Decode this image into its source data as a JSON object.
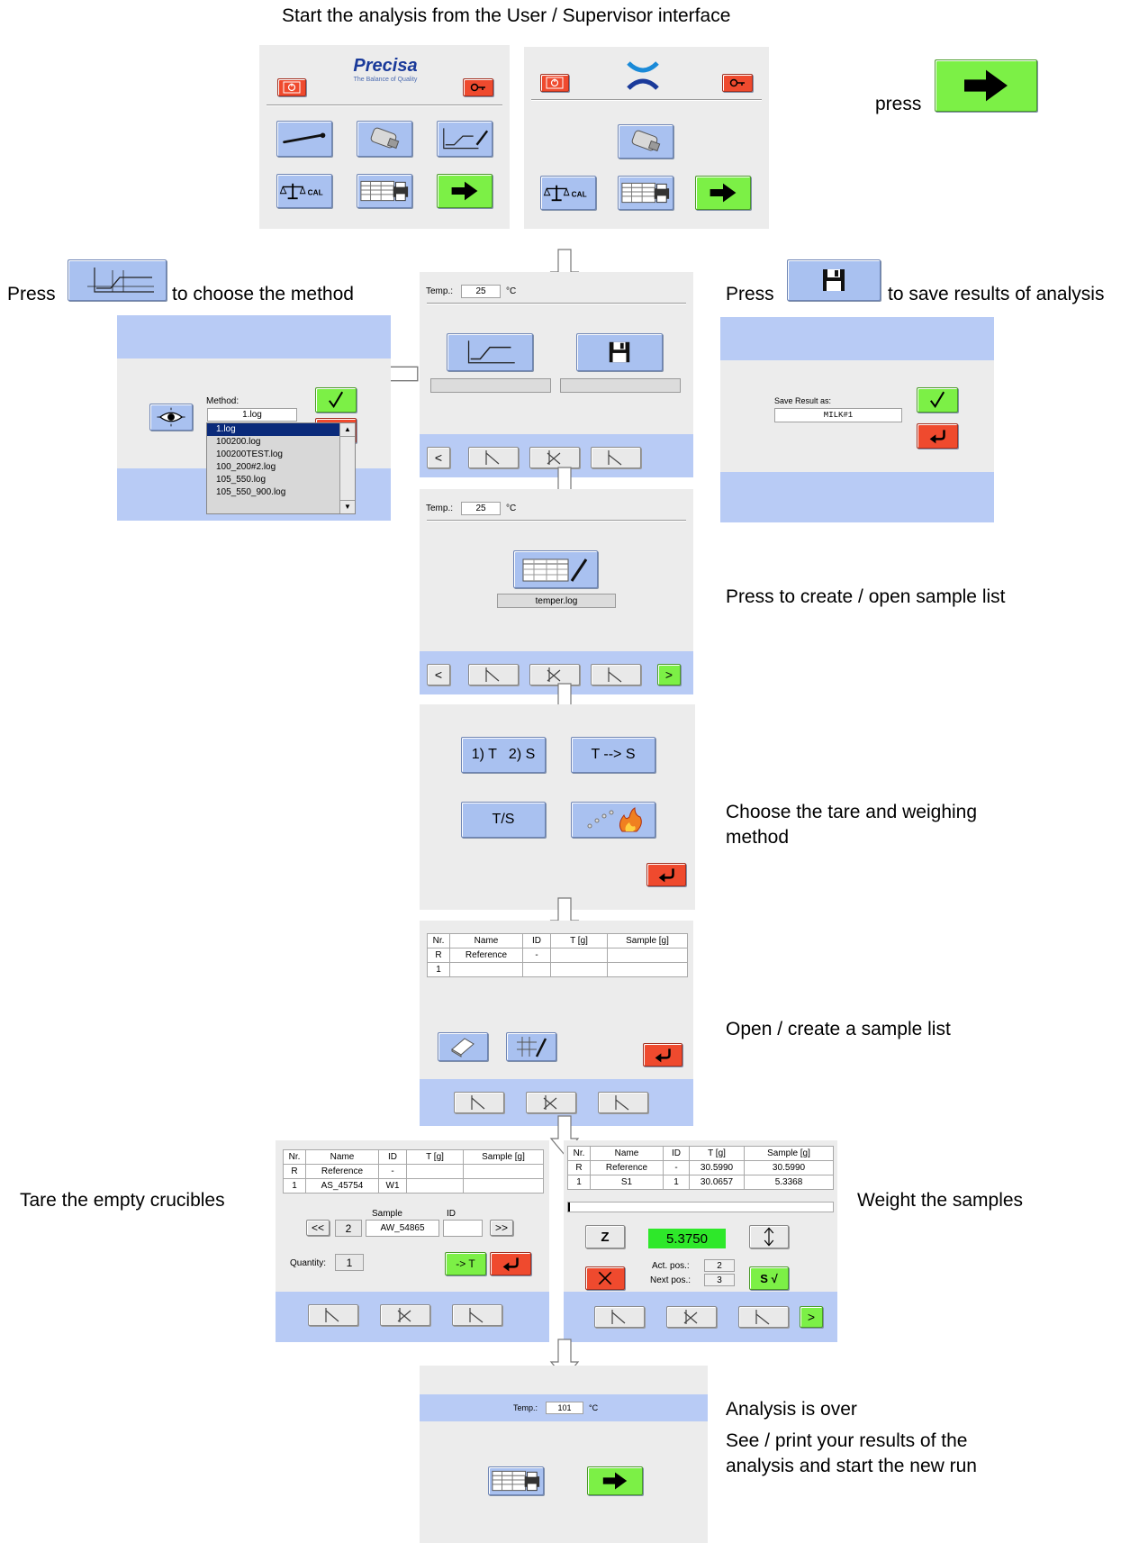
{
  "header": "Start the analysis from the User / Supervisor interface",
  "brand": {
    "name": "Precisa",
    "tagline": "The Balance of Quality"
  },
  "captions": {
    "press": "press",
    "press1": "Press",
    "choose_method": "to choose the method",
    "press2": "Press",
    "save_results": "to save results of analysis",
    "sample_list": "Press to create / open sample list",
    "tare_method_1": "Choose the tare and weighing",
    "tare_method_2": "method",
    "open_list": "Open / create a sample list",
    "tare_crucibles": "Tare the empty crucibles",
    "weigh": "Weight the samples",
    "over": "Analysis is over",
    "print_1": "See / print your results of the",
    "print_2": "analysis and start the new run"
  },
  "temp_screens": {
    "label": "Temp.:",
    "value": "25",
    "unit": "°C"
  },
  "final_screen": {
    "label": "Temp.:",
    "value": "101",
    "unit": "°C"
  },
  "method_dialog": {
    "label": "Method:",
    "selected": "1.log",
    "options": [
      "1.log",
      "100200.log",
      "100200TEST.log",
      "100_200#2.log",
      "105_550.log",
      "105_550_900.log"
    ]
  },
  "save_dialog": {
    "label": "Save Result as:",
    "value": "MILK#1"
  },
  "sample_screen": {
    "file": "temper.log"
  },
  "nav": {
    "back": "<",
    "next": ">"
  },
  "tare_buttons": {
    "t1": "1) T   2) S",
    "t2": "T --> S",
    "t3": "T/S"
  },
  "sample_table": {
    "headers": [
      "Nr.",
      "Name",
      "ID",
      "T [g]",
      "Sample [g]"
    ],
    "rows": [
      [
        "R",
        "Reference",
        "-",
        "",
        ""
      ],
      [
        "1",
        "",
        "",
        "",
        ""
      ]
    ]
  },
  "tare_table": {
    "headers": [
      "Nr.",
      "Name",
      "ID",
      "T [g]",
      "Sample [g]"
    ],
    "rows": [
      [
        "R",
        "Reference",
        "-",
        "",
        ""
      ],
      [
        "1",
        "AS_45754",
        "W1",
        "",
        ""
      ]
    ]
  },
  "tare_controls": {
    "sample_label": "Sample",
    "id_label": "ID",
    "prev": "<<",
    "index": "2",
    "sample_value": "AW_54865",
    "id_value": "",
    "next": ">>",
    "quantity_label": "Quantity:",
    "quantity_value": "1",
    "to_t": "-> T"
  },
  "weigh_table": {
    "headers": [
      "Nr.",
      "Name",
      "ID",
      "T [g]",
      "Sample [g]"
    ],
    "rows": [
      [
        "R",
        "Reference",
        "-",
        "30.5990",
        "30.5990"
      ],
      [
        "1",
        "S1",
        "1",
        "30.0657",
        "5.3368"
      ]
    ]
  },
  "weigh_controls": {
    "zero": "Z",
    "reading": "5.3750",
    "act_label": "Act. pos.:",
    "act_value": "2",
    "next_label": "Next pos.:",
    "next_value": "3",
    "s_ok": "S √",
    "next": ">"
  },
  "colors": {
    "panel": "#ececec",
    "blue": "#b8cbf5",
    "button": "#a9c1f0",
    "green": "#7cf046",
    "red": "#ef4a2e"
  },
  "icons": [
    "power-icon",
    "key-icon",
    "wrench-icon",
    "usb-stick-icon",
    "method-graph-icon",
    "balance-cal-icon",
    "print-list-icon",
    "arrow-right-icon",
    "floppy-disk-icon",
    "eye-icon",
    "checkmark-icon",
    "return-icon",
    "close-icon",
    "up-down-icon",
    "hand-fire-icon",
    "eraser-icon",
    "edit-table-icon"
  ]
}
